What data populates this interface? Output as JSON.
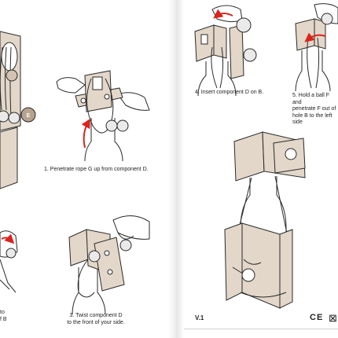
{
  "steps": {
    "step1": {
      "text": "1. Penetrate rope G up from component D."
    },
    "step2": {
      "text": "to\nf B"
    },
    "step3": {
      "text": "3. Twist component D\nto the front of your side."
    },
    "step4": {
      "text": "4. Insert component D on B."
    },
    "step5": {
      "text": "5. Hold a ball F and\npenetrate F out of\nhole B to the left side"
    }
  },
  "labels": {
    "ball_e": "E"
  },
  "footer": {
    "version": "V.1",
    "marks": [
      "CE",
      "C",
      "E"
    ],
    "disposal_icon": "wheelie-bin-icon",
    "disposal_glyph": "⊠"
  },
  "colors": {
    "wood": "#e3d7c9",
    "wood_dark": "#cbbba8",
    "line": "#2a2a2a",
    "arrow": "#d9251c",
    "ball": "#eaeaea"
  }
}
